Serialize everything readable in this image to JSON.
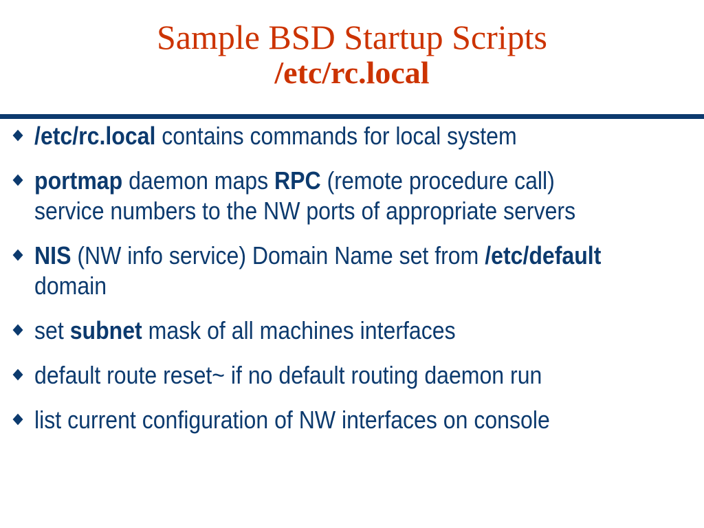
{
  "title": {
    "line1": "Sample BSD Startup Scripts",
    "line2": "/etc/rc.local"
  },
  "bullets": [
    {
      "parts": [
        {
          "text": "/etc/rc.local",
          "bold": true
        },
        {
          "text": " contains commands for local system",
          "bold": false
        }
      ]
    },
    {
      "parts": [
        {
          "text": "portmap",
          "bold": true
        },
        {
          "text": " daemon maps ",
          "bold": false
        },
        {
          "text": "RPC",
          "bold": true
        },
        {
          "text": " (remote procedure call) service numbers to the NW ports of appropriate servers",
          "bold": false
        }
      ]
    },
    {
      "parts": [
        {
          "text": "NIS",
          "bold": true
        },
        {
          "text": " (NW info service) Domain Name set from ",
          "bold": false
        },
        {
          "text": "/etc/default",
          "bold": true
        },
        {
          "text": " domain",
          "bold": false
        }
      ]
    },
    {
      "parts": [
        {
          "text": "set ",
          "bold": false
        },
        {
          "text": "subnet",
          "bold": true
        },
        {
          "text": " mask of all machines interfaces",
          "bold": false
        }
      ]
    },
    {
      "parts": [
        {
          "text": "default route reset~ if no default routing daemon run",
          "bold": false
        }
      ]
    },
    {
      "parts": [
        {
          "text": "list current configuration of NW interfaces on console",
          "bold": false
        }
      ]
    }
  ],
  "colors": {
    "title": "#cc3300",
    "body": "#0c3a6e",
    "rule": "#0c3a6e"
  },
  "icons": {
    "bullet": "diamond-icon"
  }
}
